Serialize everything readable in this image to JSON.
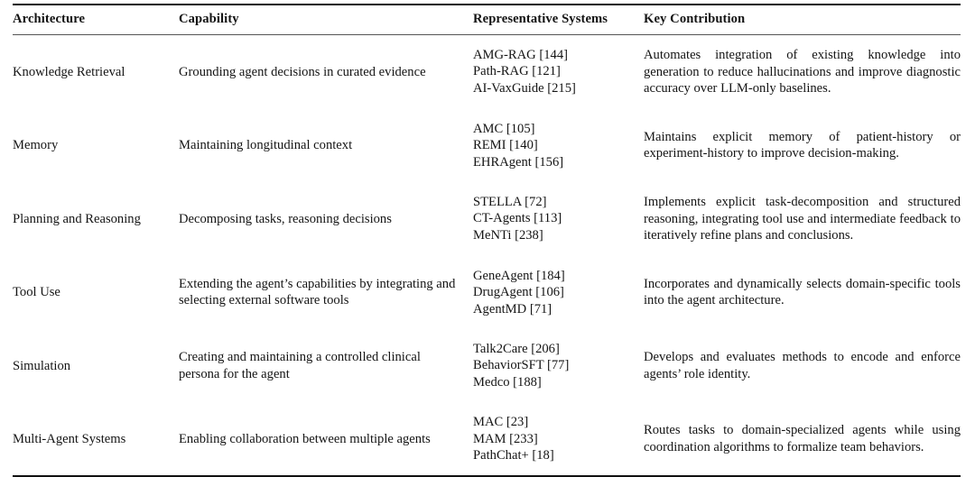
{
  "table": {
    "caption_present": false,
    "columns": [
      {
        "key": "architecture",
        "header": "Architecture"
      },
      {
        "key": "capability",
        "header": "Capability"
      },
      {
        "key": "systems",
        "header": "Representative Systems"
      },
      {
        "key": "contribution",
        "header": "Key Contribution"
      }
    ],
    "rows": [
      {
        "architecture": "Knowledge Retrieval",
        "capability": "Grounding agent decisions in curated evidence",
        "systems": [
          "AMG-RAG [144]",
          "Path-RAG [121]",
          "AI-VaxGuide [215]"
        ],
        "contribution": "Automates integration of existing knowledge into generation to reduce hallucinations and improve diagnostic accuracy over LLM-only baselines."
      },
      {
        "architecture": "Memory",
        "capability": "Maintaining longitudinal context",
        "systems": [
          "AMC [105]",
          "REMI [140]",
          "EHRAgent [156]"
        ],
        "contribution": "Maintains explicit memory of patient-history or experiment-history to improve decision-making."
      },
      {
        "architecture": "Planning and Reasoning",
        "capability": "Decomposing tasks, reasoning decisions",
        "systems": [
          "STELLA [72]",
          "CT-Agents [113]",
          "MeNTi [238]"
        ],
        "contribution": "Implements explicit task-decomposition and structured reasoning, integrating tool use and intermediate feedback to iteratively refine plans and conclusions."
      },
      {
        "architecture": "Tool Use",
        "capability": "Extending the agent’s capabilities by integrating and selecting external software tools",
        "systems": [
          "GeneAgent [184]",
          "DrugAgent [106]",
          "AgentMD [71]"
        ],
        "contribution": "Incorporates and dynamically selects domain-specific tools into the agent architecture."
      },
      {
        "architecture": "Simulation",
        "capability": "Creating and maintaining a controlled clinical persona for the agent",
        "systems": [
          "Talk2Care [206]",
          "BehaviorSFT [77]",
          "Medco [188]"
        ],
        "contribution": "Develops and evaluates methods to encode and enforce agents’ role identity."
      },
      {
        "architecture": "Multi-Agent Systems",
        "capability": "Enabling collaboration between multiple agents",
        "systems": [
          "MAC [23]",
          "MAM [233]",
          "PathChat+ [18]"
        ],
        "contribution": "Routes tasks to domain-specialized agents while using coordination algorithms to formalize team behaviors."
      }
    ]
  },
  "style": {
    "page_background": "#ffffff",
    "text_color": "#141414",
    "rule_color_heavy": "#111111",
    "rule_color_light": "#555555"
  }
}
